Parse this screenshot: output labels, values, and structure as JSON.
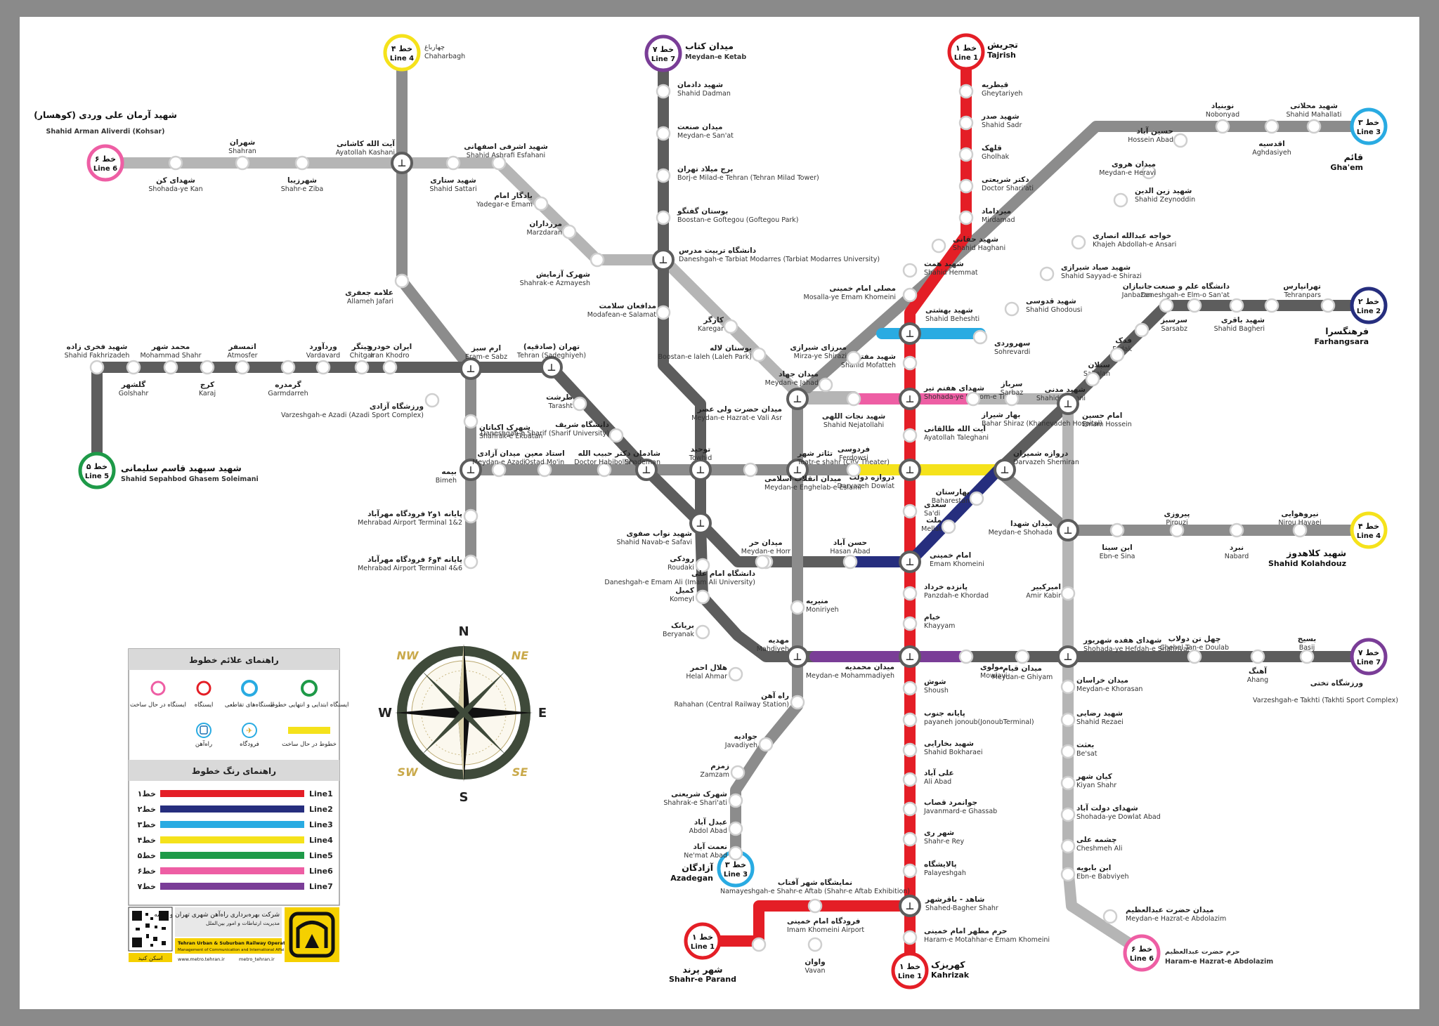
{
  "colors": {
    "line1": "#e41e26",
    "line2": "#262e7e",
    "line3": "#29abe2",
    "line4": "#f5e21b",
    "line5": "#1e9a48",
    "line6": "#ee5ea4",
    "line7": "#7a3d97",
    "gray_dark": "#5d5d5d",
    "gray_mid": "#8c8c8c",
    "gray_light": "#b5b5b5"
  },
  "terminals": [
    {
      "id": "t1",
      "fa": "تجریش",
      "en": "Tajrish",
      "badge_fa": "خط ۱",
      "badge_en": "Line 1",
      "line": "line1"
    },
    {
      "id": "t1b",
      "fa": "کهریزک",
      "en": "Kahrizak",
      "badge_fa": "خط ۱",
      "badge_en": "Line 1",
      "line": "line1"
    },
    {
      "id": "t1c",
      "fa": "شهر پرند",
      "en": "Shahr-e Parand",
      "badge_fa": "خط ۱",
      "badge_en": "Line 1",
      "line": "line1"
    },
    {
      "id": "t2",
      "fa": "فرهنگسرا",
      "en": "Farhangsara",
      "badge_fa": "خط ۲",
      "badge_en": "Line 2",
      "line": "line2"
    },
    {
      "id": "t3",
      "fa": "قائم",
      "en": "Gha'em",
      "badge_fa": "خط ۳",
      "badge_en": "Line 3",
      "line": "line3"
    },
    {
      "id": "t3b",
      "fa": "آزادگان",
      "en": "Azadegan",
      "badge_fa": "خط ۳",
      "badge_en": "Line 3",
      "line": "line3"
    },
    {
      "id": "t4",
      "fa": "چهارباغ",
      "en": "Chaharbagh",
      "badge_fa": "خط ۴",
      "badge_en": "Line 4",
      "line": "line4"
    },
    {
      "id": "t4b",
      "fa": "شهید کلاهدوز",
      "en": "Shahid Kolahdouz",
      "badge_fa": "خط ۴",
      "badge_en": "Line 4",
      "line": "line4"
    },
    {
      "id": "t5",
      "fa": "شهید سپهبد قاسم سلیمانی",
      "en": "Shahid Sepahbod Ghasem Soleimani",
      "badge_fa": "خط ۵",
      "badge_en": "Line 5",
      "line": "line5"
    },
    {
      "id": "t6",
      "fa": "شهید آرمان علی وردی (کوهسار)",
      "en": "Shahid Arman Aliverdi (Kohsar)",
      "badge_fa": "خط ۶",
      "badge_en": "Line 6",
      "line": "line6"
    },
    {
      "id": "t6b",
      "fa": "حرم حضرت عبدالعظیم",
      "en": "Haram-e Hazrat-e Abdolazim",
      "badge_fa": "خط ۶",
      "badge_en": "Line 6",
      "line": "line6"
    },
    {
      "id": "t7",
      "fa": "میدان کتاب",
      "en": "Meydan-e Ketab",
      "badge_fa": "خط ۷",
      "badge_en": "Line 7",
      "line": "line7"
    },
    {
      "id": "t7b",
      "fa": "ورزشگاه تختی",
      "en": "Varzeshgah-e Takhti (Takhti Sport Complex)",
      "badge_fa": "خط ۷",
      "badge_en": "Line 7",
      "line": "line7"
    }
  ],
  "stations": [
    {
      "fa": "قیطریه",
      "en": "Gheytariyeh"
    },
    {
      "fa": "شهید صدر",
      "en": "Shahid Sadr"
    },
    {
      "fa": "قلهک",
      "en": "Gholhak"
    },
    {
      "fa": "دکتر شریعتی",
      "en": "Doctor Shari'ati"
    },
    {
      "fa": "میرداماد",
      "en": "Mirdamad"
    },
    {
      "fa": "شهید حقانی",
      "en": "Shahid Haghani"
    },
    {
      "fa": "شهید همت",
      "en": "Shahid Hemmat"
    },
    {
      "fa": "مصلی امام خمینی",
      "en": "Mosalla-ye Emam Khomeini"
    },
    {
      "fa": "شهید بهشتی",
      "en": "Shahid Beheshti"
    },
    {
      "fa": "شهید مفتح",
      "en": "Shahid Mofatteh"
    },
    {
      "fa": "شهدای هفتم تیر",
      "en": "Shohada-ye Haftom-e Tir"
    },
    {
      "fa": "آیت الله طالقانی",
      "en": "Ayatollah Taleghani"
    },
    {
      "fa": "دروازه دولت",
      "en": "Darvazeh Dowlat"
    },
    {
      "fa": "سعدی",
      "en": "Sa'di"
    },
    {
      "fa": "امام خمینی",
      "en": "Emam Khomeini"
    },
    {
      "fa": "پانزده خرداد",
      "en": "Panzdah-e Khordad"
    },
    {
      "fa": "خیام",
      "en": "Khayyam"
    },
    {
      "fa": "میدان محمدیه",
      "en": "Meydan-e Mohammadiyeh"
    },
    {
      "fa": "شوش",
      "en": "Shoush"
    },
    {
      "fa": "پایانه جنوب",
      "en": "payaneh jonoub(JonoubTerminal)"
    },
    {
      "fa": "شهید بخارایی",
      "en": "Shahid Bokharaei"
    },
    {
      "fa": "علی آباد",
      "en": "Ali Abad"
    },
    {
      "fa": "جوانمرد قصاب",
      "en": "Javanmard-e Ghassab"
    },
    {
      "fa": "شهر ری",
      "en": "Shahr-e Rey"
    },
    {
      "fa": "پالایشگاه",
      "en": "Palayeshgah"
    },
    {
      "fa": "شاهد - باقرشهر",
      "en": "Shahed-Bagher Shahr"
    },
    {
      "fa": "حرم مطهر امام خمینی",
      "en": "Haram-e Motahhar-e Emam Khomeini"
    },
    {
      "fa": "نمایشگاه شهر آفتاب",
      "en": "Namayeshgah-e Shahr-e Aftab (Shahr-e Aftab Exhibition)"
    },
    {
      "fa": "فرودگاه امام خمینی",
      "en": "Imam Khomeini Airport"
    },
    {
      "fa": "واوان",
      "en": "Vavan"
    },
    {
      "fa": "تهرانپارس",
      "en": "Tehranpars"
    },
    {
      "fa": "شهید باقری",
      "en": "Shahid Bagheri"
    },
    {
      "fa": "دانشگاه علم و صنعت",
      "en": "Daneshgah-e Elm-o San'at"
    },
    {
      "fa": "سرسبز",
      "en": "Sarsabz"
    },
    {
      "fa": "جانبازان",
      "en": "Janbazan"
    },
    {
      "fa": "فدک",
      "en": "Fadak"
    },
    {
      "fa": "سبلان",
      "en": "Sabalan"
    },
    {
      "fa": "شهید مدنی",
      "en": "Shahid Madani"
    },
    {
      "fa": "امام حسین",
      "en": "Emam Hossein"
    },
    {
      "fa": "دروازه شمیران",
      "en": "Darvazeh Shemiran"
    },
    {
      "fa": "بهارستان",
      "en": "Baharestan"
    },
    {
      "fa": "ملت",
      "en": "Mellat"
    },
    {
      "fa": "حسن آباد",
      "en": "Hasan Abad"
    },
    {
      "fa": "میدان حر",
      "en": "Meydan-e Horr"
    },
    {
      "fa": "شهید نواب صفوی",
      "en": "Shahid Navab-e Safavi"
    },
    {
      "fa": "شادمان",
      "en": "Shademan"
    },
    {
      "fa": "دانشگاه شریف",
      "en": "Daneshgah-e Sharif (Sharif University)"
    },
    {
      "fa": "طرشت",
      "en": "Tarasht"
    },
    {
      "fa": "تهران (صادقیه)",
      "en": "Tehran (Sadeghiyeh)"
    },
    {
      "fa": "ارم سبز",
      "en": "Eram-e Sabz"
    },
    {
      "fa": "ورزشگاه آزادی",
      "en": "Varzeshgah-e Azadi (Azadi Sport Complex)"
    },
    {
      "fa": "ایران خودرو",
      "en": "Iran Khodro"
    },
    {
      "fa": "چیتگر",
      "en": "Chitgar"
    },
    {
      "fa": "وردآورد",
      "en": "Vardavard"
    },
    {
      "fa": "گرمدره",
      "en": "Garmdarreh"
    },
    {
      "fa": "اتمسفر",
      "en": "Atmosfer"
    },
    {
      "fa": "کرج",
      "en": "Karaj"
    },
    {
      "fa": "محمد شهر",
      "en": "Mohammad Shahr"
    },
    {
      "fa": "گلشهر",
      "en": "Golshahr"
    },
    {
      "fa": "شهید فخری زاده",
      "en": "Shahid Fakhrizadeh"
    },
    {
      "fa": "شهید قدوسی",
      "en": "Shahid Ghodousi"
    },
    {
      "fa": "سهروردی",
      "en": "Sohrevardi"
    },
    {
      "fa": "شهید صیاد شیرازی",
      "en": "Shahid Sayyad-e Shirazi"
    },
    {
      "fa": "خواجه عبدالله انصاری",
      "en": "Khajeh Abdollah-e Ansari"
    },
    {
      "fa": "شهید زین الدین",
      "en": "Shahid Zeynoddin"
    },
    {
      "fa": "میدان هروی",
      "en": "Meydan-e Heravi"
    },
    {
      "fa": "حسین آباد",
      "en": "Hossein Abad"
    },
    {
      "fa": "نوبنیاد",
      "en": "Nobonyad"
    },
    {
      "fa": "اقدسیه",
      "en": "Aghdasiyeh"
    },
    {
      "fa": "شهید محلاتی",
      "en": "Shahid Mahallati"
    },
    {
      "fa": "میرزای شیرازی",
      "en": "Mirza-ye Shirazi"
    },
    {
      "fa": "میدان جهاد",
      "en": "Meydan-e Jahad"
    },
    {
      "fa": "میدان حضرت ولی عصر",
      "en": "Meydan-e Hazrat-e Vali Asr"
    },
    {
      "fa": "تئاتر شهر",
      "en": "Teatr-e shahr (City Theater)"
    },
    {
      "fa": "منیریه",
      "en": "Moniriyeh"
    },
    {
      "fa": "مهدیه",
      "en": "Mahdiyeh"
    },
    {
      "fa": "هلال احمر",
      "en": "Helal Ahmar"
    },
    {
      "fa": "بریانک",
      "en": "Beryanak"
    },
    {
      "fa": "کمیل",
      "en": "Komeyl"
    },
    {
      "fa": "رودکی",
      "en": "Roudaki"
    },
    {
      "fa": "راه آهن",
      "en": "Rahahan (Central Railway Station)"
    },
    {
      "fa": "جوادیه",
      "en": "Javadiyeh"
    },
    {
      "fa": "زمزم",
      "en": "Zamzam"
    },
    {
      "fa": "شهرک شریعتی",
      "en": "Shahrak-e Shari'ati"
    },
    {
      "fa": "عبدل آباد",
      "en": "Abdol Abad"
    },
    {
      "fa": "نعمت آباد",
      "en": "Ne'mat Abad"
    },
    {
      "fa": "شهید دادمان",
      "en": "Shahid Dadman"
    },
    {
      "fa": "میدان صنعت",
      "en": "Meydan-e San'at"
    },
    {
      "fa": "برج میلاد تهران",
      "en": "Borj-e Milad-e Tehran (Tehran Milad Tower)"
    },
    {
      "fa": "بوستان گفتگو",
      "en": "Boostan-e Goftegou (Goftegou Park)"
    },
    {
      "fa": "دانشگاه تربیت مدرس",
      "en": "Daneshgah-e Tarbiat Modarres (Tarbiat Modarres University)"
    },
    {
      "fa": "مدافعان سلامت",
      "en": "Modafean-e Salamat"
    },
    {
      "fa": "توحید",
      "en": "Towhid"
    },
    {
      "fa": "میدان انقلاب اسلامی",
      "en": "Meydan-e Enghelab-e Eslami"
    },
    {
      "fa": "دانشگاه امام علی",
      "en": "Daneshgah-e Emam Ali (Imam Ali University)"
    },
    {
      "fa": "مولوی",
      "en": "Mowlavi"
    },
    {
      "fa": "میدان قیام",
      "en": "Meydan-e Ghiyam"
    },
    {
      "fa": "شهدای هفده شهریور",
      "en": "Shohada-ye Hefdah-e Shahrivar"
    },
    {
      "fa": "چهل تن دولاب",
      "en": "Chehel Tan-e Doulab"
    },
    {
      "fa": "آهنگ",
      "en": "Ahang"
    },
    {
      "fa": "بسیج",
      "en": "Basij"
    },
    {
      "fa": "آیت الله کاشانی",
      "en": "Ayatollah Kashani"
    },
    {
      "fa": "شهید ستاری",
      "en": "Shahid Sattari"
    },
    {
      "fa": "شهید اشرفی اصفهانی",
      "en": "Shahid Ashrafi Esfahani"
    },
    {
      "fa": "یادگار امام",
      "en": "Yadegar-e Emam"
    },
    {
      "fa": "مرزداران",
      "en": "Marzdaran"
    },
    {
      "fa": "شهرک آزمایش",
      "en": "Shahrak-e Azmayesh"
    },
    {
      "fa": "کارگر",
      "en": "Karegar"
    },
    {
      "fa": "بوستان لاله",
      "en": "Boostan-e laleh (Laleh Park)"
    },
    {
      "fa": "شهدای کن",
      "en": "Shohada-ye Kan"
    },
    {
      "fa": "شهران",
      "en": "Shahran"
    },
    {
      "fa": "شهرزیبا",
      "en": "Shahr-e Ziba"
    },
    {
      "fa": "علامه جعفری",
      "en": "Allameh Jafari"
    },
    {
      "fa": "شهرک اکباتان",
      "en": "Shahrak-e Ekbatan"
    },
    {
      "fa": "بیمه",
      "en": "Bimeh"
    },
    {
      "fa": "میدان آزادی",
      "en": "Meydan-e Azadi"
    },
    {
      "fa": "استاد معین",
      "en": "Ostad Mo'in"
    },
    {
      "fa": "دکتر حبیب الله",
      "en": "Doctor Habibollah"
    },
    {
      "fa": "پایانه ۱و۲ فرودگاه مهرآباد",
      "en": "Mehrabad Airport Terminal 1&2"
    },
    {
      "fa": "پایانه ۴و۶ فرودگاه مهرآباد",
      "en": "Mehrabad Airport Terminal 4&6"
    },
    {
      "fa": "شهید نجات اللهی",
      "en": "Shahid Nejatollahi"
    },
    {
      "fa": "فردوسی",
      "en": "Ferdowsi"
    },
    {
      "fa": "بهار شیراز",
      "en": "Bahar Shiraz (Khanevadeh Hospital)"
    },
    {
      "fa": "سرباز",
      "en": "Sarbaz"
    },
    {
      "fa": "میدان شهدا",
      "en": "Meydan-e Shohada"
    },
    {
      "fa": "ابن سینا",
      "en": "Ebn-e Sina"
    },
    {
      "fa": "پیروزی",
      "en": "Pirouzi"
    },
    {
      "fa": "نبرد",
      "en": "Nabard"
    },
    {
      "fa": "نیروهوایی",
      "en": "Nirou Havaei"
    },
    {
      "fa": "امیرکبیر",
      "en": "Amir Kabir"
    },
    {
      "fa": "میدان خراسان",
      "en": "Meydan-e Khorasan"
    },
    {
      "fa": "شهید رضایی",
      "en": "Shahid Rezaei"
    },
    {
      "fa": "بعثت",
      "en": "Be'sat"
    },
    {
      "fa": "کیان شهر",
      "en": "Kiyan Shahr"
    },
    {
      "fa": "شهدای دولت آباد",
      "en": "Shohada-ye Dowlat Abad"
    },
    {
      "fa": "چشمه علی",
      "en": "Cheshmeh Ali"
    },
    {
      "fa": "ابن بابویه",
      "en": "Ebn-e Babviyeh"
    },
    {
      "fa": "میدان حضرت عبدالعظیم",
      "en": "Meydan-e Hazrat-e Abdolazim"
    }
  ],
  "legend_symbols": {
    "title": "راهنمای علائم خطوط",
    "items": [
      {
        "label": "ایستگاه ابتدایی و انتهایی خطوط"
      },
      {
        "label": "ایستگاه‌های تقاطعی"
      },
      {
        "label": "ایستگاه"
      },
      {
        "label": "ایستگاه در حال ساخت"
      },
      {
        "label": "خطوط در حال ساخت"
      },
      {
        "label": "فرودگاه"
      },
      {
        "label": "راه‌آهن"
      }
    ]
  },
  "legend_colors": {
    "title": "راهنمای رنگ خطوط",
    "items": [
      {
        "fa": "خط۱",
        "en": "Line1",
        "color": "#e41e26"
      },
      {
        "fa": "خط۲",
        "en": "Line2",
        "color": "#262e7e"
      },
      {
        "fa": "خط۳",
        "en": "Line3",
        "color": "#29abe2"
      },
      {
        "fa": "خط۴",
        "en": "Line4",
        "color": "#f5e21b"
      },
      {
        "fa": "خط۵",
        "en": "Line5",
        "color": "#1e9a48"
      },
      {
        "fa": "خط۶",
        "en": "Line6",
        "color": "#ee5ea4"
      },
      {
        "fa": "خط۷",
        "en": "Line7",
        "color": "#7a3d97"
      }
    ]
  },
  "compass": {
    "n": "N",
    "s": "S",
    "e": "E",
    "w": "W",
    "ne": "NE",
    "nw": "NW",
    "se": "SE",
    "sw": "SW"
  },
  "company": {
    "name_fa": "شرکت بهره‌برداری راه‌آهن شهری تهران و حومه",
    "dept_fa": "مدیریت ارتباطات و امور بین‌الملل",
    "name_en": "Tehran Urban & Suburban Railway Operation Co",
    "dept_en": "Management of Communication and International Affairs",
    "website": "www.metro.tehran.ir",
    "social": "metro_tehran.ir",
    "scan_label": "اسکن کنید"
  }
}
